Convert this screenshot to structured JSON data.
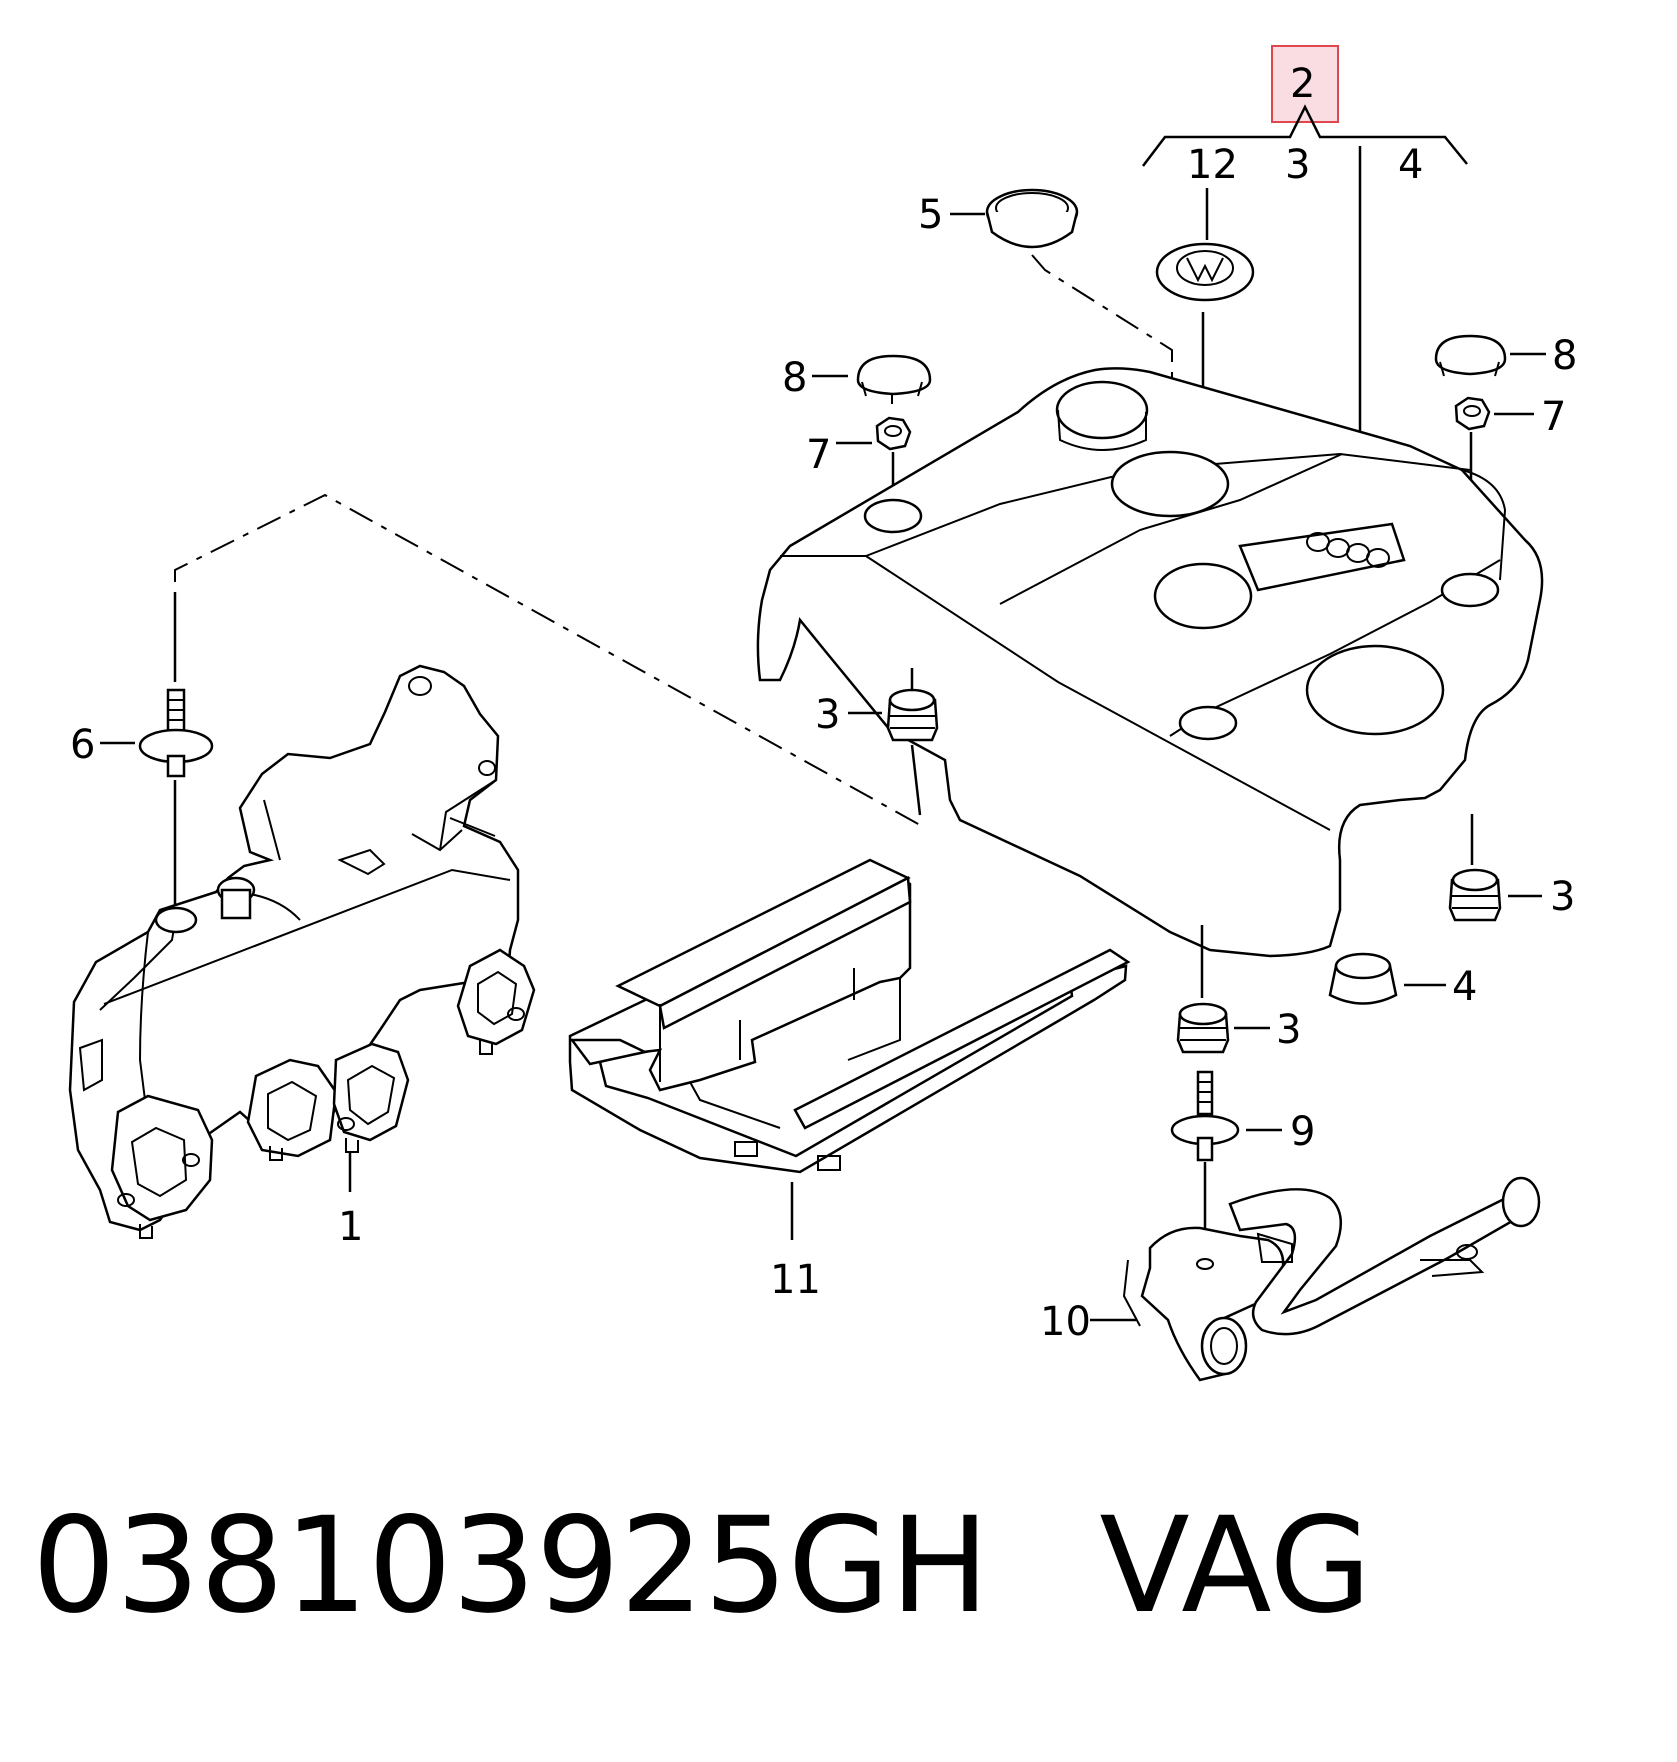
{
  "callouts": {
    "c1": "1",
    "c2": "2",
    "c3_top": "3",
    "c3_left": "3",
    "c3_right": "3",
    "c3_bottom": "3",
    "c4_top": "4",
    "c4_right": "4",
    "c5": "5",
    "c6": "6",
    "c7_left": "7",
    "c7_right": "7",
    "c8_left": "8",
    "c8_right": "8",
    "c9": "9",
    "c10": "10",
    "c11": "11",
    "c12": "12"
  },
  "highlight": {
    "label": "2",
    "color": "#fadce3",
    "border": "#e0474c"
  },
  "footer": {
    "part_number": "038103925GH",
    "brand": "VAG"
  }
}
